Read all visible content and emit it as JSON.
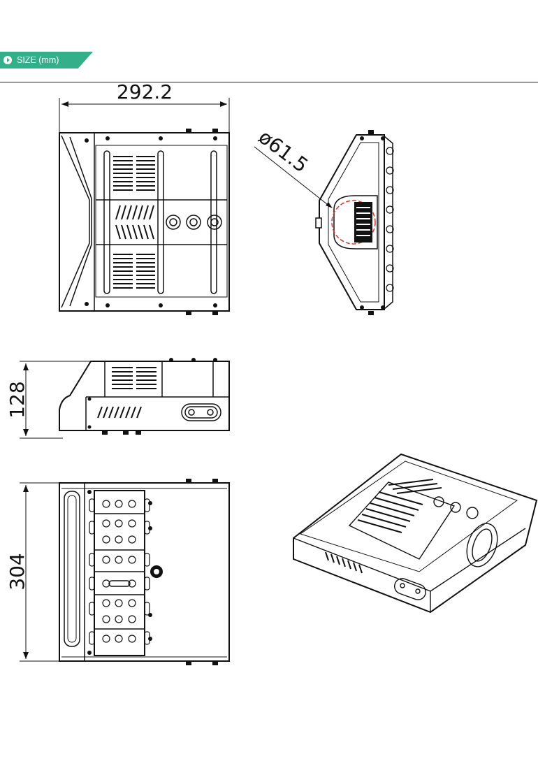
{
  "section": {
    "title": "SIZE (mm)",
    "accent_color": "#33b08a",
    "icon": "play-circle-icon"
  },
  "dimensions": {
    "width": "292.2",
    "diameter": "ø61.5",
    "height": "128",
    "depth": "304"
  }
}
